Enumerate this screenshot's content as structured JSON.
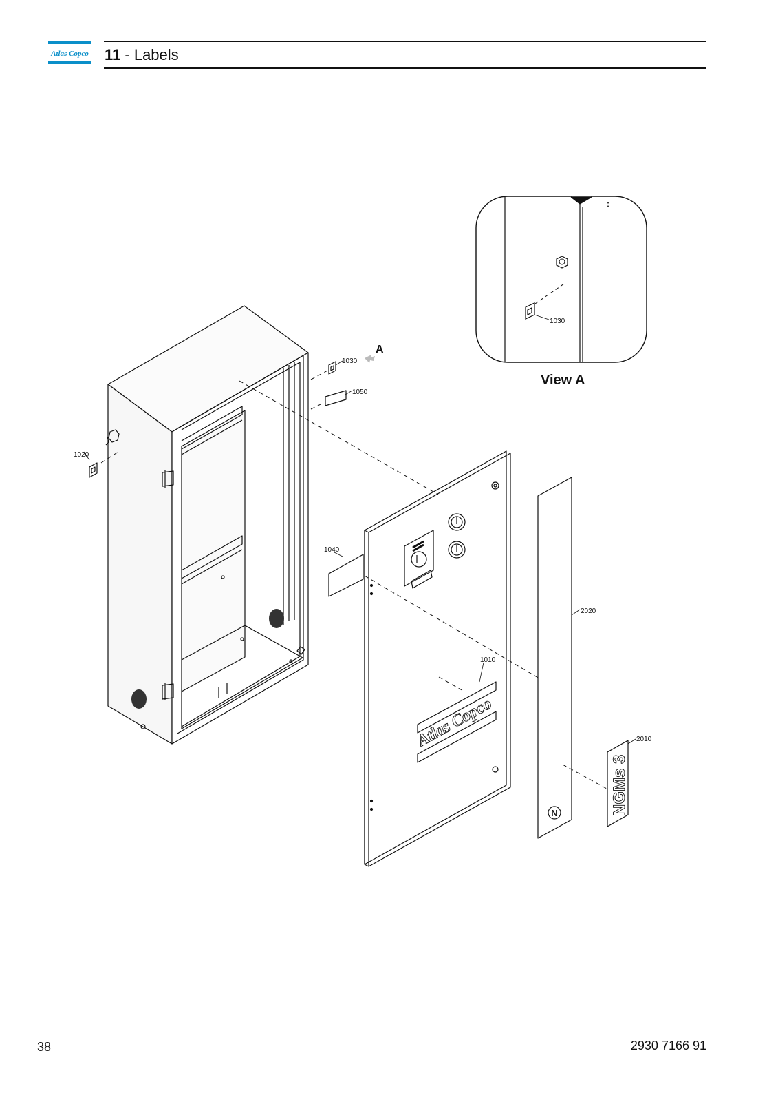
{
  "header": {
    "brand": "Atlas Copco",
    "section_number": "11",
    "section_separator": " - ",
    "section_title": "Labels"
  },
  "drawing": {
    "callouts": [
      "1010",
      "1020",
      "1030",
      "1040",
      "1050",
      "2010",
      "2020"
    ],
    "view_marker": "A",
    "detail_callout": "1030",
    "detail_title": "View A",
    "panel_logo_text": "Atlas Copco",
    "product_label_text": "NGMs 3",
    "badge_text": "N"
  },
  "footer": {
    "page_number": "38",
    "doc_number": "2930 7166 91"
  },
  "colors": {
    "brand_blue": "#0a8fc9",
    "line": "#111111"
  }
}
